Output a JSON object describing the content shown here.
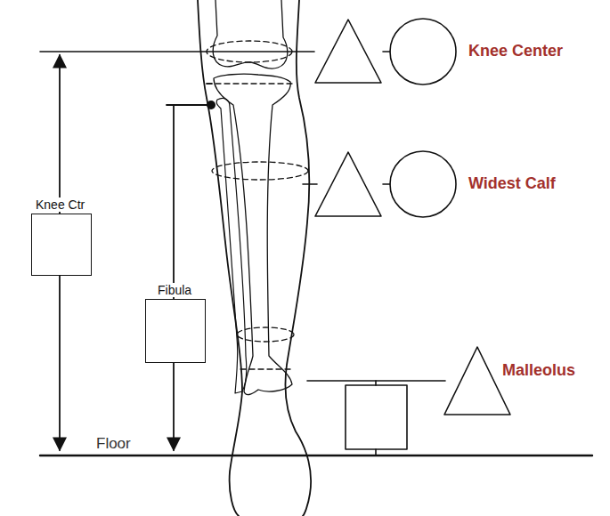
{
  "diagram": {
    "nodes": [
      {
        "text": [
          "Knee Ctr"
        ]
      },
      {
        "text": [
          "Fibula"
        ]
      }
    ],
    "labels": [
      "Knee Center",
      "Widest Calf",
      "Malleolus",
      "Floor"
    ]
  }
}
